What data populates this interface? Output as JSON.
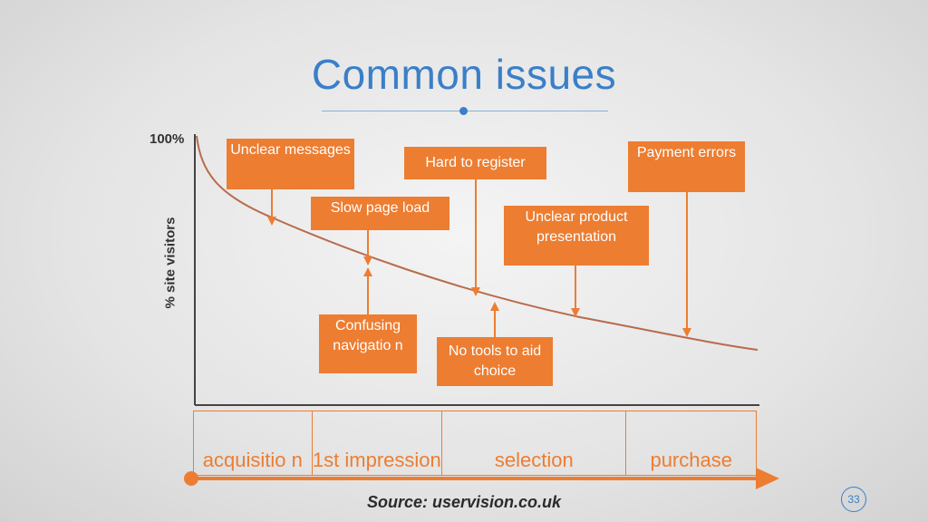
{
  "slide": {
    "title": "Common issues",
    "source": "Source: uservision.co.uk",
    "slide_number": "33"
  },
  "axis": {
    "y_top_label": "100%",
    "y_label": "% site visitors"
  },
  "callouts": {
    "unclear_messages": "Unclear messages",
    "slow_page_load": "Slow page load",
    "hard_to_register": "Hard to register",
    "unclear_product": "Unclear product presentation",
    "payment_errors": "Payment errors",
    "confusing_navigation": "Confusing navigatio n",
    "no_tools": "No tools to aid choice"
  },
  "stages": {
    "acquisition": "acquisitio n",
    "first_impression": "1st impression",
    "selection": "selection",
    "purchase": "purchase"
  },
  "colors": {
    "title": "#3a7fc8",
    "accent": "#ed7d31",
    "curve": "#b86b4b"
  }
}
